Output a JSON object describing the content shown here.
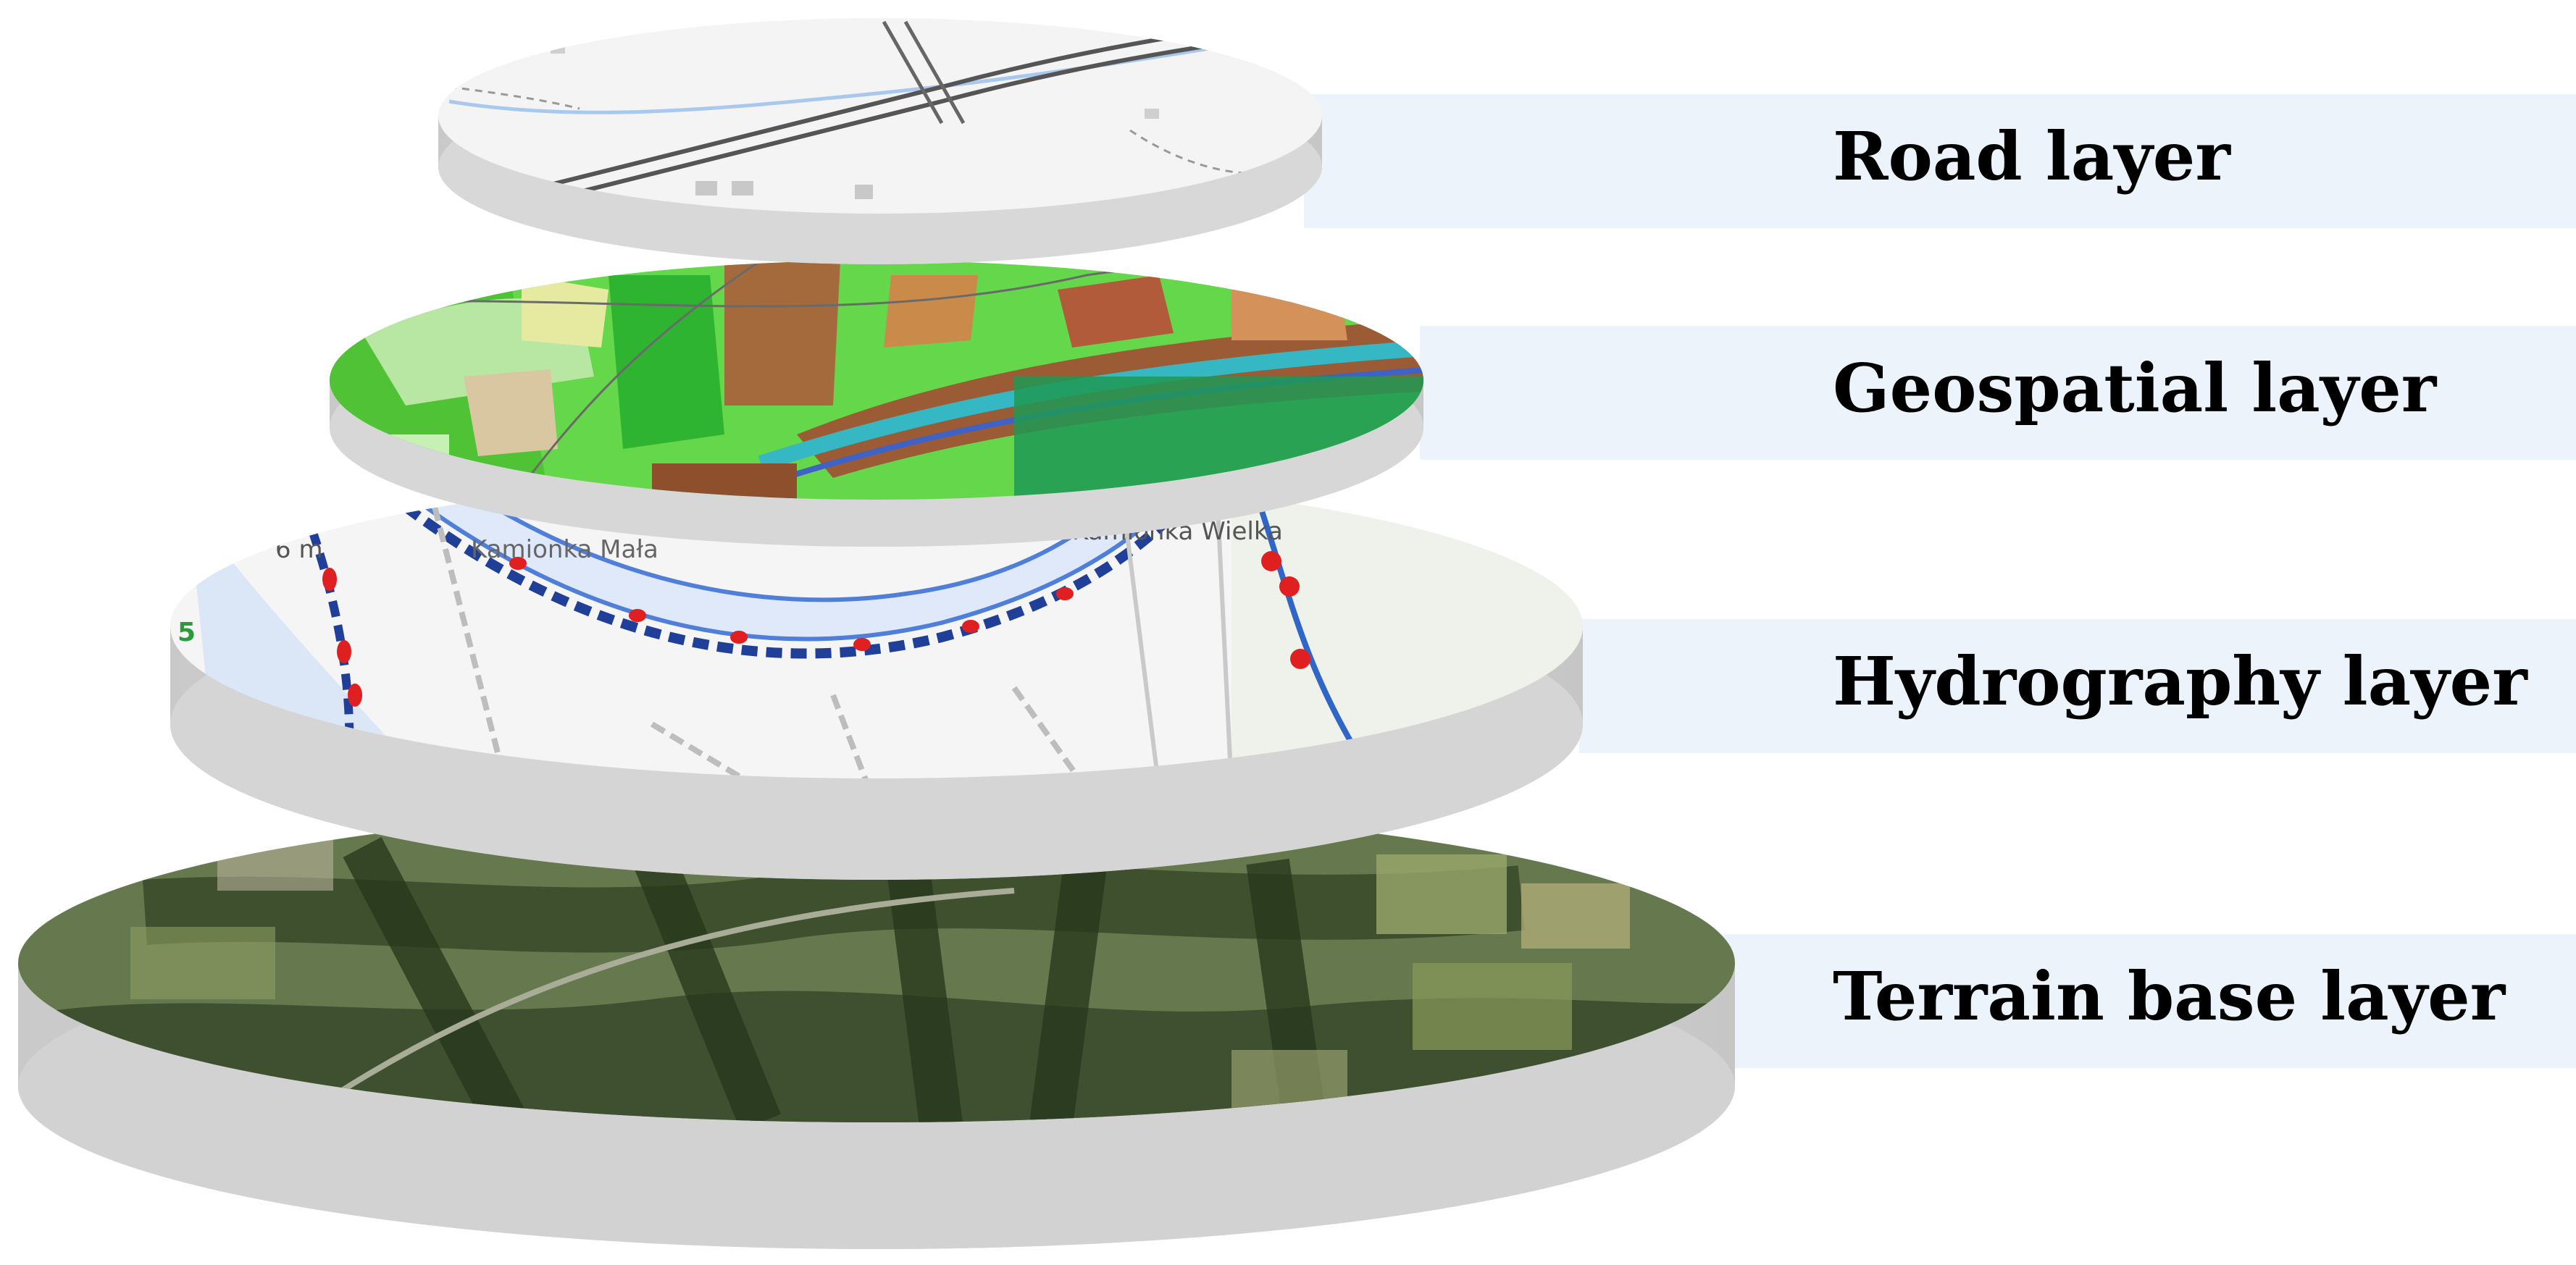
{
  "layers": [
    {
      "id": "road",
      "label": "Road layer"
    },
    {
      "id": "geospatial",
      "label": "Geospatial layer"
    },
    {
      "id": "hydrography",
      "label": "Hydrography layer"
    },
    {
      "id": "terrain",
      "label": "Terrain base layer"
    }
  ],
  "map_text": {
    "hydro_scale": "6 m",
    "hydro_place": "Kamionka Mała",
    "hydro_place_2": "Kamionka Wielka",
    "hydro_road_no": "5"
  },
  "colors": {
    "label_band": "#edf3fb",
    "disc_side": "#d4d4d4",
    "road_surface": "#f3f3f3",
    "geo_green": "#3fd23a",
    "geo_brown": "#9a5b35",
    "hydro_blue": "#2f66c8",
    "hydro_red": "#e02020",
    "terrain_green": "#5b7044"
  }
}
